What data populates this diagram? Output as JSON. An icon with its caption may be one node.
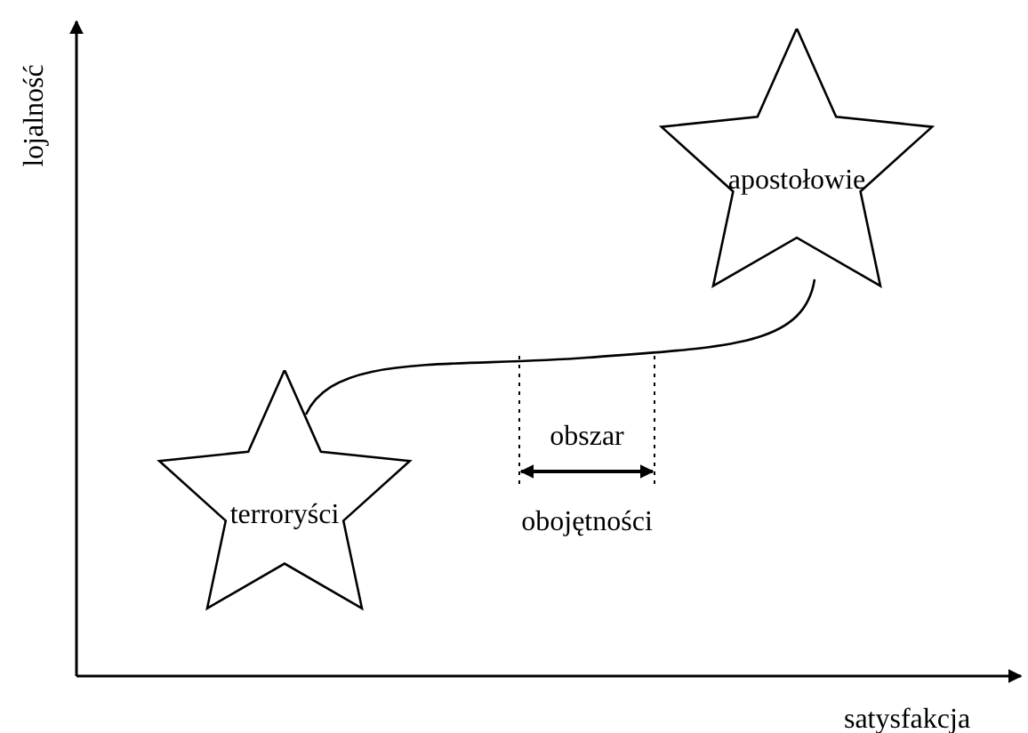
{
  "diagram": {
    "nodes": [
      {
        "text": [
          "terroryści"
        ]
      },
      {
        "text": [
          "apostołowie"
        ]
      }
    ],
    "edges": [
      {
        "from": 0,
        "to": 1,
        "arrow": "none"
      }
    ],
    "labels": [
      "lojalność",
      "satysfakcja",
      "obszar",
      "obojętności"
    ]
  }
}
